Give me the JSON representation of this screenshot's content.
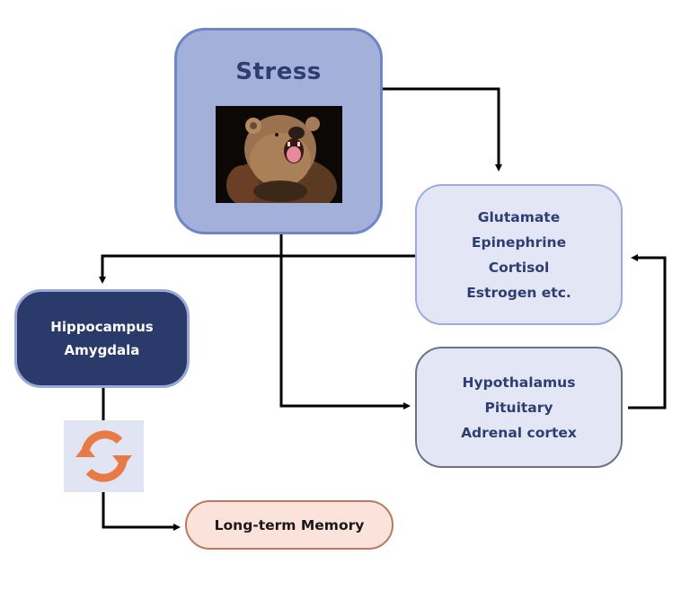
{
  "diagram": {
    "stress": {
      "title": "Stress",
      "image_icon": "roaring-bear-photo"
    },
    "chemicals": {
      "lines": [
        "Glutamate",
        "Epinephrine",
        "Cortisol",
        "Estrogen etc."
      ]
    },
    "hpa_axis": {
      "lines": [
        "Hypothalamus",
        "Pituitary",
        "Adrenal cortex"
      ]
    },
    "brain_regions": {
      "lines": [
        "Hippocampus",
        "Amygdala"
      ]
    },
    "consolidation": {
      "icon": "cycle-arrows-icon"
    },
    "memory": {
      "label": "Long-term Memory"
    },
    "edges": [
      {
        "from": "Stress",
        "to": "Chemicals"
      },
      {
        "from": "Stress",
        "to": "HPA axis"
      },
      {
        "from": "HPA axis",
        "to": "Chemicals"
      },
      {
        "from": "Chemicals",
        "to": "Hippocampus/Amygdala"
      },
      {
        "from": "Hippocampus/Amygdala",
        "to": "Consolidation cycle"
      },
      {
        "from": "Consolidation cycle",
        "to": "Long-term Memory"
      }
    ],
    "colors": {
      "stress_fill": "#a2b0da",
      "stress_border": "#6f86c6",
      "light_fill": "#e3e7f5",
      "dark_fill": "#2a3a6a",
      "memory_fill": "#fbe2da",
      "memory_border": "#b97a62",
      "cycle_orange": "#e87a45",
      "text_navy": "#2e3e72"
    }
  }
}
